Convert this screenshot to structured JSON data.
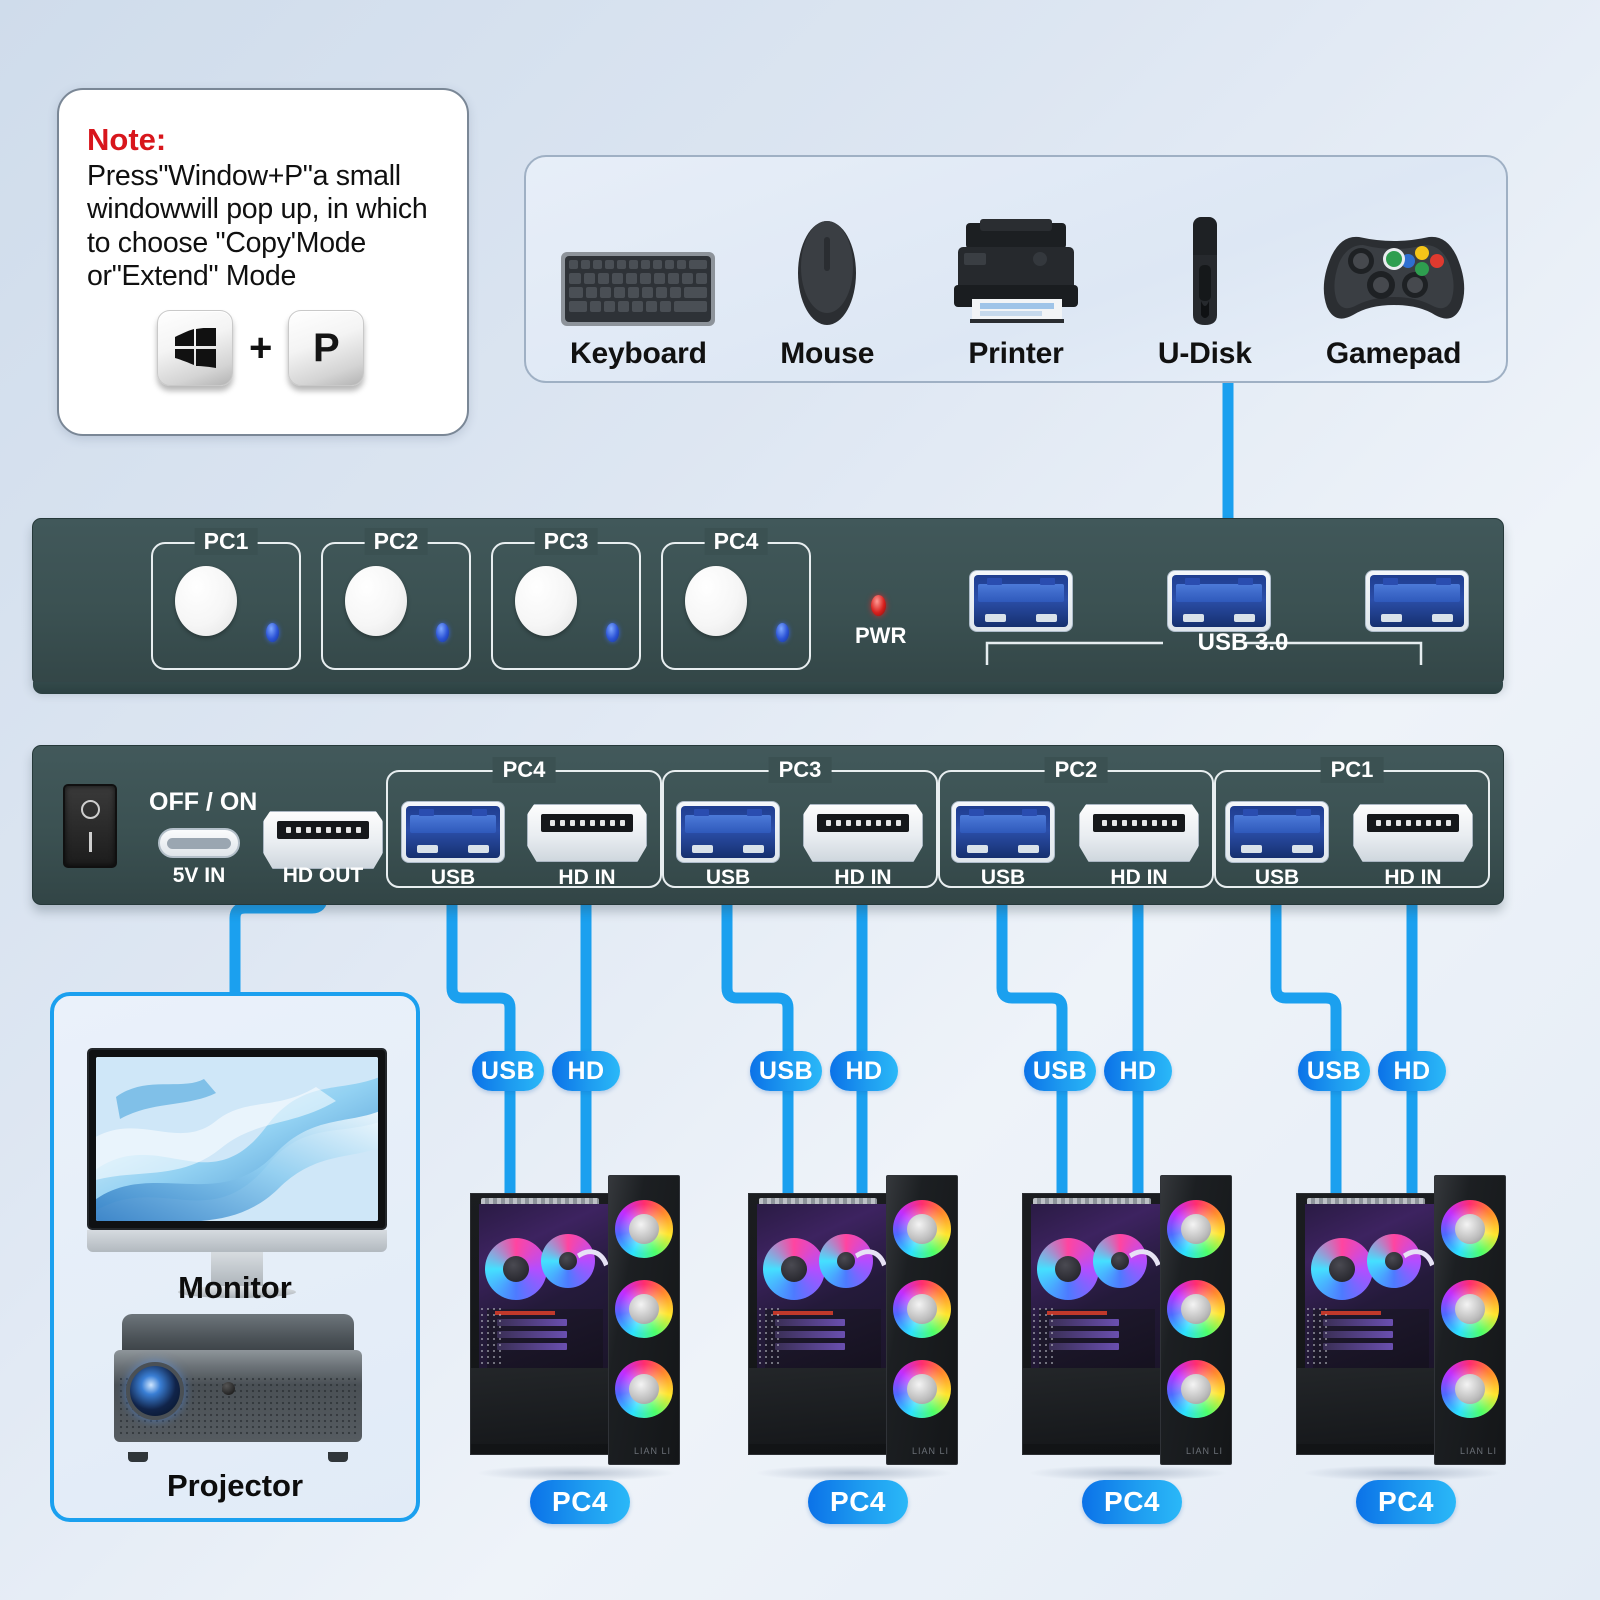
{
  "note": {
    "title": "Note:",
    "body": "Press\"Window+P\"a small windowwill pop up, in which to choose \"Copy'Mode or\"Extend\" Mode",
    "key_windows": "windows-logo",
    "key_plus": "+",
    "key_p": "P"
  },
  "peripherals": {
    "items": [
      {
        "label": "Keyboard",
        "icon": "keyboard-icon"
      },
      {
        "label": "Mouse",
        "icon": "mouse-icon"
      },
      {
        "label": "Printer",
        "icon": "printer-icon"
      },
      {
        "label": "U-Disk",
        "icon": "usb-flash-drive-icon"
      },
      {
        "label": "Gamepad",
        "icon": "gamepad-icon"
      }
    ]
  },
  "kvm_front": {
    "buttons": [
      {
        "label": "PC1"
      },
      {
        "label": "PC2"
      },
      {
        "label": "PC3"
      },
      {
        "label": "PC4"
      }
    ],
    "power_label": "PWR",
    "usb_hub_label": "USB 3.0",
    "usb_ports": 3
  },
  "kvm_rear": {
    "switch_label": "OFF / ON",
    "power_in_label": "5V IN",
    "hd_out_label": "HD OUT",
    "groups": [
      {
        "label": "PC4",
        "usb_label": "USB",
        "hd_label": "HD IN"
      },
      {
        "label": "PC3",
        "usb_label": "USB",
        "hd_label": "HD IN"
      },
      {
        "label": "PC2",
        "usb_label": "USB",
        "hd_label": "HD IN"
      },
      {
        "label": "PC1",
        "usb_label": "USB",
        "hd_label": "HD IN"
      }
    ]
  },
  "cable_badges": [
    {
      "usb": "USB",
      "hd": "HD"
    },
    {
      "usb": "USB",
      "hd": "HD"
    },
    {
      "usb": "USB",
      "hd": "HD"
    },
    {
      "usb": "USB",
      "hd": "HD"
    }
  ],
  "displays": {
    "monitor_label": "Monitor",
    "projector_label": "Projector"
  },
  "towers": [
    {
      "label": "PC4"
    },
    {
      "label": "PC4"
    },
    {
      "label": "PC4"
    },
    {
      "label": "PC4"
    }
  ],
  "colors": {
    "cable": "#1ba0ef",
    "connector_dot": "#22dd22",
    "device_body": "#3b5152",
    "badge_from": "#0b72e8",
    "badge_to": "#2ab8f8",
    "note_title": "#d8161c",
    "pwr_led": "#d8201d",
    "pc_led": "#2c54d6"
  }
}
